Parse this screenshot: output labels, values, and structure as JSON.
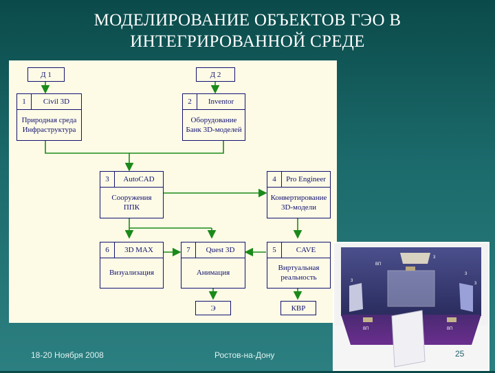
{
  "title_line1": "МОДЕЛИРОВАНИЕ ОБЪЕКТОВ ГЭО В",
  "title_line2": "ИНТЕГРИРОВАННОЙ СРЕДЕ",
  "diagram": {
    "d1": "Д 1",
    "d2": "Д 2",
    "b1": {
      "num": "1",
      "tool": "Civil 3D",
      "line1": "Природная среда",
      "line2": "Инфраструктура"
    },
    "b2": {
      "num": "2",
      "tool": "Inventor",
      "line1": "Оборудование",
      "line2": "Банк 3D-моделей"
    },
    "b3": {
      "num": "3",
      "tool": "AutoCAD",
      "line1": "Сооружения",
      "line2": "ППК"
    },
    "b4": {
      "num": "4",
      "tool": "Pro Engineer",
      "line1": "Конвертирование",
      "line2": "3D-модели"
    },
    "b5": {
      "num": "5",
      "tool": "CAVE",
      "line1": "Виртуальная",
      "line2": "реальность"
    },
    "b6": {
      "num": "6",
      "tool": "3D MAX",
      "line1": "Визуализация"
    },
    "b7": {
      "num": "7",
      "tool": "Quest 3D",
      "line1": "Анимация"
    },
    "out_e": "Э",
    "out_kvr": "КВР",
    "colors": {
      "border": "#101070",
      "arrow": "#1a8a1a",
      "background": "#fdfbe6"
    }
  },
  "photo_labels": {
    "top": "3",
    "left_top": "ВП",
    "right_top": "3",
    "left": "3",
    "right": "3",
    "bottom_left": "ВП",
    "bottom_right": "ВП"
  },
  "footer": {
    "date": "18-20 Ноября 2008",
    "city": "Ростов-на-Дону",
    "page": "25"
  }
}
